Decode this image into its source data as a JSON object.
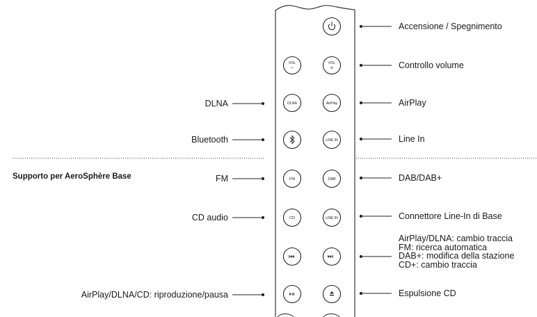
{
  "section": {
    "title": "Supporto per AeroSphère Base"
  },
  "buttons": {
    "power": {
      "icon": "power-icon"
    },
    "vol_minus": {
      "line1": "VOL",
      "line2": "−"
    },
    "vol_plus": {
      "line1": "VOL",
      "line2": "+"
    },
    "dlna": {
      "text": "DLNA"
    },
    "airplay": {
      "text": "AirPlay"
    },
    "bluetooth": {
      "icon": "bluetooth-icon"
    },
    "line_in_1": {
      "text": "LINE IN"
    },
    "fm": {
      "text": "FM"
    },
    "dab": {
      "text": "DAB"
    },
    "cd": {
      "text": "CD"
    },
    "line_in_2": {
      "text": "LINE IN"
    },
    "prev": {
      "icon": "previous-track-icon"
    },
    "next": {
      "icon": "next-track-icon"
    },
    "play_pause": {
      "icon": "play-pause-icon"
    },
    "eject": {
      "icon": "eject-icon"
    }
  },
  "labels_right": {
    "power": "Accensione / Spegnimento",
    "volume": "Controllo volume",
    "airplay": "AirPlay",
    "line_in": "Line In",
    "dab": "DAB/DAB+",
    "line_in_base": "Connettore Line-In di Base",
    "track": "AirPlay/DLNA: cambio traccia\nFM: ricerca automatica\nDAB+: modifica della stazione\nCD+: cambio traccia",
    "eject": "Espulsione CD"
  },
  "labels_left": {
    "dlna": "DLNA",
    "bluetooth": "Bluetooth",
    "fm": "FM",
    "cd": "CD audio",
    "play_pause": "AirPlay/DLNA/CD: riproduzione/pausa"
  },
  "colors": {
    "ink": "#1a1a1a",
    "outline": "#222222",
    "background": "#ffffff"
  }
}
